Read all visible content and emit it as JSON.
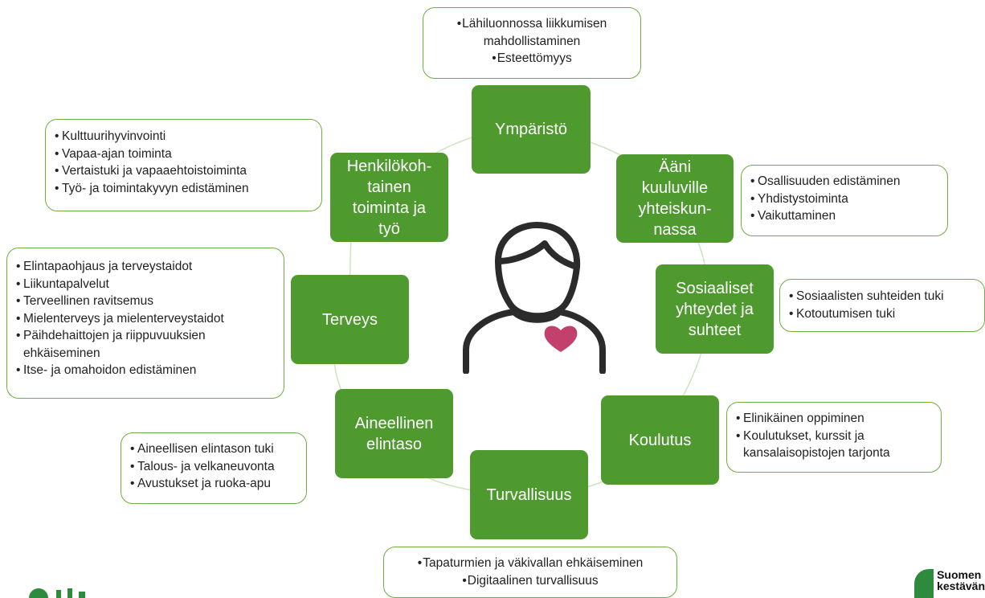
{
  "topics": [
    {
      "id": "ymparisto",
      "lines": [
        "Ympäristö"
      ],
      "items": [
        "Lähiluonnossa liikkumisen mahdollistaminen",
        "Esteettömyys"
      ]
    },
    {
      "id": "aani",
      "lines": [
        "Ääni",
        "kuuluville",
        "yhteiskun-",
        "nassa"
      ],
      "items": [
        "Osallisuuden edistäminen",
        "Yhdistystoiminta",
        "Vaikuttaminen"
      ]
    },
    {
      "id": "sosiaaliset",
      "lines": [
        "Sosiaaliset",
        "yhteydet ja",
        "suhteet"
      ],
      "items": [
        "Sosiaalisten suhteiden tuki",
        "Kotoutumisen tuki"
      ]
    },
    {
      "id": "koulutus",
      "lines": [
        "Koulutus"
      ],
      "items": [
        "Elinikäinen oppiminen",
        "Koulutukset, kurssit ja kansalaisopistojen tarjonta"
      ]
    },
    {
      "id": "turvallisuus",
      "lines": [
        "Turvallisuus"
      ],
      "items": [
        "Tapaturmien ja väkivallan ehkäiseminen",
        "Digitaalinen turvallisuus"
      ]
    },
    {
      "id": "aineellinen",
      "lines": [
        "Aineellinen",
        "elintaso"
      ],
      "items": [
        "Aineellisen elintason tuki",
        "Talous- ja velkaneuvonta",
        "Avustukset ja ruoka-apu"
      ]
    },
    {
      "id": "terveys",
      "lines": [
        "Terveys"
      ],
      "items": [
        "Elintapaohjaus ja terveystaidot",
        "Liikuntapalvelut",
        "Terveellinen ravitsemus",
        "Mielenterveys ja mielenterveystaidot",
        "Päihdehaittojen ja riippuvuuksien ehkäiseminen",
        "Itse- ja omahoidon edistäminen"
      ]
    },
    {
      "id": "henkilokohtainen",
      "lines": [
        "Henkilökoh-",
        "tainen",
        "toiminta ja",
        "työ"
      ],
      "items": [
        "Kulttuurihyvinvointi",
        "Vapaa-ajan toiminta",
        "Vertaistuki ja vapaaehtoistoiminta",
        "Työ- ja toimintakyvyn edistäminen"
      ]
    }
  ],
  "center_icon": "person-with-heart-icon",
  "brand": {
    "line1": "Suomen",
    "line2": "kestävän"
  },
  "colors": {
    "node": "#4e9a2f",
    "bubble_border": "#6fae3f",
    "heart": "#c2406b",
    "person_outline": "#2b2b2b"
  }
}
